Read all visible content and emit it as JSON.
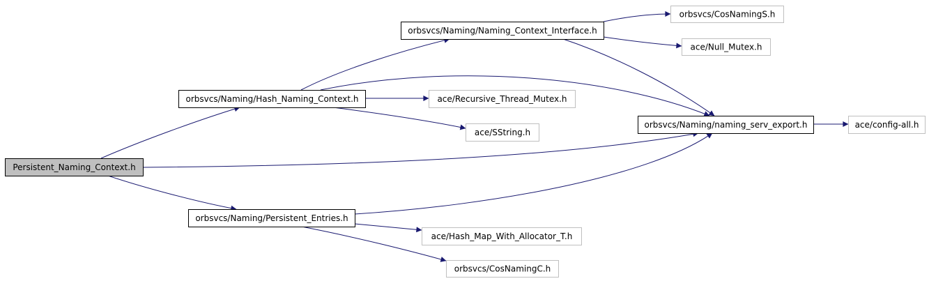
{
  "colors": {
    "edge": "#191970",
    "root_fill": "#bfbfbf",
    "root_stroke": "#000000",
    "internal_fill": "#ffffff",
    "internal_stroke": "#000000",
    "external_fill": "#ffffff",
    "external_stroke": "#bfbfbf"
  },
  "nodes": [
    {
      "id": "persistent_naming_context",
      "label": "Persistent_Naming_Context.h",
      "kind": "root"
    },
    {
      "id": "naming_context_interface",
      "label": "orbsvcs/Naming/Naming_Context_Interface.h",
      "kind": "internal"
    },
    {
      "id": "hash_naming_context",
      "label": "orbsvcs/Naming/Hash_Naming_Context.h",
      "kind": "internal"
    },
    {
      "id": "persistent_entries",
      "label": "orbsvcs/Naming/Persistent_Entries.h",
      "kind": "internal"
    },
    {
      "id": "naming_serv_export",
      "label": "orbsvcs/Naming/naming_serv_export.h",
      "kind": "internal"
    },
    {
      "id": "cos_naming_s",
      "label": "orbsvcs/CosNamingS.h",
      "kind": "external"
    },
    {
      "id": "null_mutex",
      "label": "ace/Null_Mutex.h",
      "kind": "external"
    },
    {
      "id": "recursive_thread_mutex",
      "label": "ace/Recursive_Thread_Mutex.h",
      "kind": "external"
    },
    {
      "id": "sstring",
      "label": "ace/SString.h",
      "kind": "external"
    },
    {
      "id": "config_all",
      "label": "ace/config-all.h",
      "kind": "external"
    },
    {
      "id": "hash_map_with_allocator",
      "label": "ace/Hash_Map_With_Allocator_T.h",
      "kind": "external"
    },
    {
      "id": "cos_naming_c",
      "label": "orbsvcs/CosNamingC.h",
      "kind": "external"
    }
  ],
  "edges": [
    {
      "from": "persistent_naming_context",
      "to": "hash_naming_context"
    },
    {
      "from": "persistent_naming_context",
      "to": "naming_serv_export"
    },
    {
      "from": "persistent_naming_context",
      "to": "persistent_entries"
    },
    {
      "from": "hash_naming_context",
      "to": "naming_context_interface"
    },
    {
      "from": "hash_naming_context",
      "to": "naming_serv_export"
    },
    {
      "from": "hash_naming_context",
      "to": "recursive_thread_mutex"
    },
    {
      "from": "hash_naming_context",
      "to": "sstring"
    },
    {
      "from": "naming_context_interface",
      "to": "cos_naming_s"
    },
    {
      "from": "naming_context_interface",
      "to": "null_mutex"
    },
    {
      "from": "naming_context_interface",
      "to": "naming_serv_export"
    },
    {
      "from": "naming_serv_export",
      "to": "config_all"
    },
    {
      "from": "persistent_entries",
      "to": "naming_serv_export"
    },
    {
      "from": "persistent_entries",
      "to": "hash_map_with_allocator"
    },
    {
      "from": "persistent_entries",
      "to": "cos_naming_c"
    }
  ]
}
